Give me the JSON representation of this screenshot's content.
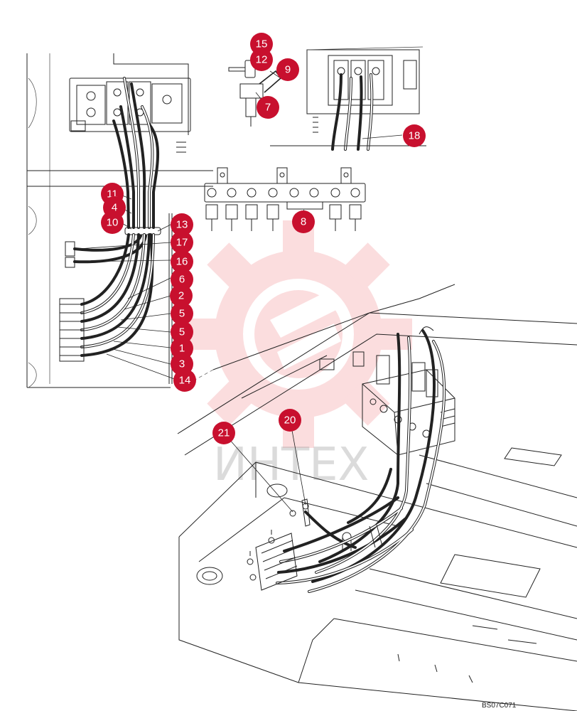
{
  "watermark": {
    "text": "ИНТЕХ",
    "color": "#e8303a"
  },
  "drawing_code": "BS07C071",
  "callout_color": "#c8102e",
  "callouts": [
    {
      "id": "c15",
      "label": "15"
    },
    {
      "id": "c12",
      "label": "12"
    },
    {
      "id": "c9",
      "label": "9"
    },
    {
      "id": "c7",
      "label": "7"
    },
    {
      "id": "c18",
      "label": "18"
    },
    {
      "id": "c11",
      "label": "11"
    },
    {
      "id": "c4",
      "label": "4"
    },
    {
      "id": "c10",
      "label": "10"
    },
    {
      "id": "c8",
      "label": "8"
    },
    {
      "id": "c13",
      "label": "13"
    },
    {
      "id": "c17",
      "label": "17"
    },
    {
      "id": "c16",
      "label": "16"
    },
    {
      "id": "c6",
      "label": "6"
    },
    {
      "id": "c2",
      "label": "2"
    },
    {
      "id": "c5a",
      "label": "5"
    },
    {
      "id": "c5b",
      "label": "5"
    },
    {
      "id": "c1",
      "label": "1"
    },
    {
      "id": "c3",
      "label": "3"
    },
    {
      "id": "c14",
      "label": "14"
    },
    {
      "id": "c21",
      "label": "21"
    },
    {
      "id": "c20",
      "label": "20"
    }
  ]
}
